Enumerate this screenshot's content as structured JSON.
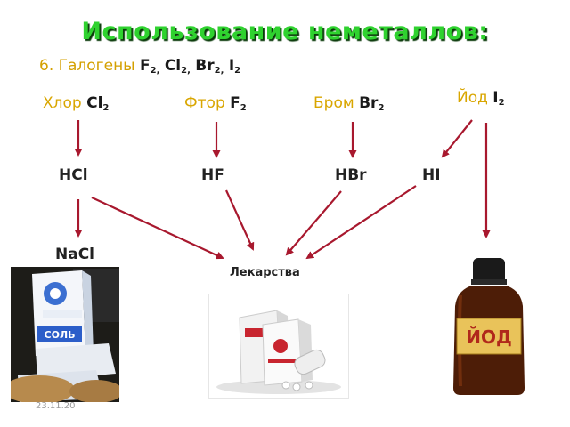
{
  "title": "Использование неметаллов:",
  "subtitle": {
    "text": "6. Галогены ",
    "f": "F",
    "f_sub": "2,",
    "cl": "Cl",
    "cl_sub": "2,",
    "br": "Br",
    "br_sub": "2,",
    "i": "I",
    "i_sub": "2"
  },
  "halogens": [
    {
      "name": "Хлор ",
      "formula": "Cl",
      "sub": "2"
    },
    {
      "name": "Фтор ",
      "formula": "F",
      "sub": "2"
    },
    {
      "name": "Бром ",
      "formula": "Br",
      "sub": "2"
    },
    {
      "name": "Йод ",
      "formula": "I",
      "sub": "2"
    }
  ],
  "acids": [
    "HCl",
    "HF",
    "HBr",
    "HI"
  ],
  "products": {
    "salt": "NaCl",
    "medicine": "Лекарства",
    "salt_pack_label": "СОЛЬ",
    "iodine_label": "ЙОД"
  },
  "date": "23.11.20",
  "colors": {
    "title": "#2fd22f",
    "label": "#d9a600",
    "arrow": "#a8182e"
  }
}
